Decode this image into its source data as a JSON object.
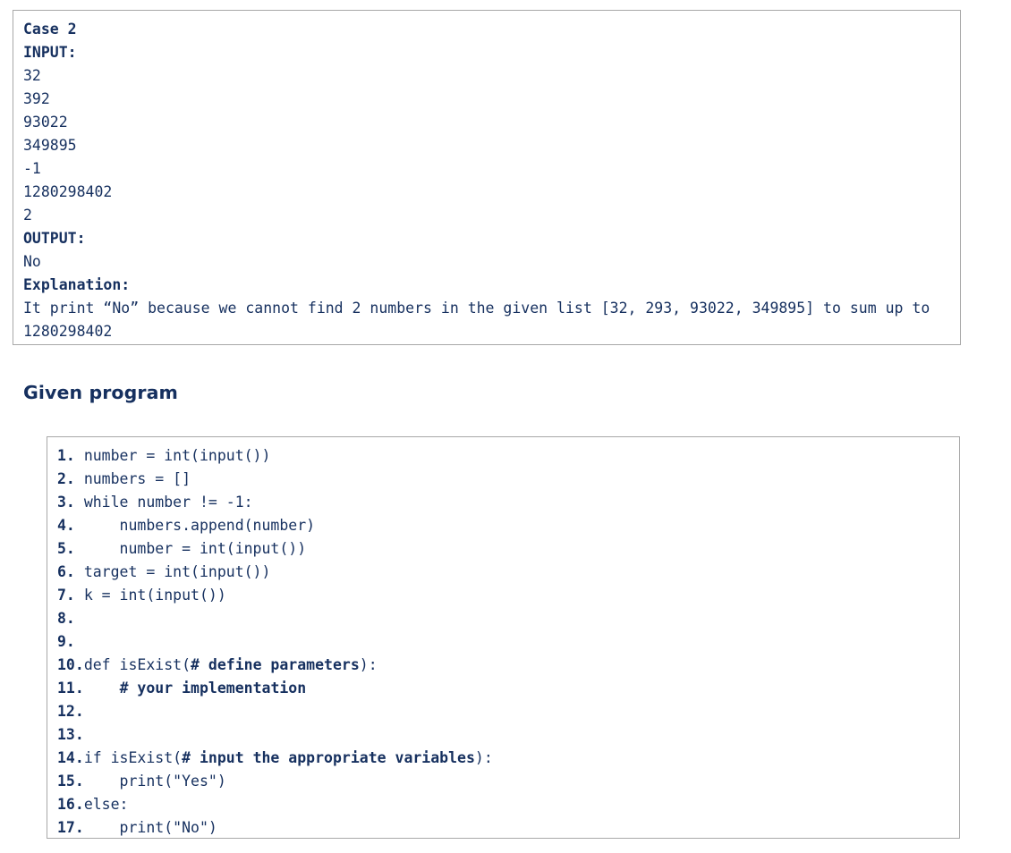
{
  "case_panel": {
    "lines": [
      {
        "text": "Case 2",
        "bold": true
      },
      {
        "text": "INPUT:",
        "bold": true
      },
      {
        "text": "32",
        "bold": false
      },
      {
        "text": "392",
        "bold": false
      },
      {
        "text": "93022",
        "bold": false
      },
      {
        "text": "349895",
        "bold": false
      },
      {
        "text": "-1",
        "bold": false
      },
      {
        "text": "1280298402",
        "bold": false
      },
      {
        "text": "2",
        "bold": false
      },
      {
        "text": "OUTPUT:",
        "bold": true
      },
      {
        "text": "No",
        "bold": false
      },
      {
        "text": "Explanation:",
        "bold": true
      }
    ],
    "explanation": "It print “No” because we cannot find 2 numbers in the given list [32, 293, 93022, 349895] to sum up to 1280298402"
  },
  "given_program": {
    "heading": "Given program",
    "lines": [
      {
        "num": "1. ",
        "pre": "number = int(input())",
        "bold": "",
        "post": ""
      },
      {
        "num": "2. ",
        "pre": "numbers = []",
        "bold": "",
        "post": ""
      },
      {
        "num": "3. ",
        "pre": "while number != -1:",
        "bold": "",
        "post": ""
      },
      {
        "num": "4. ",
        "pre": "    numbers.append(number)",
        "bold": "",
        "post": ""
      },
      {
        "num": "5. ",
        "pre": "    number = int(input())",
        "bold": "",
        "post": ""
      },
      {
        "num": "6. ",
        "pre": "target = int(input())",
        "bold": "",
        "post": ""
      },
      {
        "num": "7. ",
        "pre": "k = int(input())",
        "bold": "",
        "post": ""
      },
      {
        "num": "8. ",
        "pre": "",
        "bold": "",
        "post": ""
      },
      {
        "num": "9. ",
        "pre": "",
        "bold": "",
        "post": ""
      },
      {
        "num": "10.",
        "pre": "def isExist(",
        "bold": "# define parameters",
        "post": "):"
      },
      {
        "num": "11.",
        "pre": "    ",
        "bold": "# your implementation",
        "post": ""
      },
      {
        "num": "12.",
        "pre": "",
        "bold": "",
        "post": ""
      },
      {
        "num": "13.",
        "pre": "",
        "bold": "",
        "post": ""
      },
      {
        "num": "14.",
        "pre": "if isExist(",
        "bold": "# input the appropriate variables",
        "post": "):"
      },
      {
        "num": "15.",
        "pre": "    print(\"Yes\")",
        "bold": "",
        "post": ""
      },
      {
        "num": "16.",
        "pre": "else:",
        "bold": "",
        "post": ""
      },
      {
        "num": "17.",
        "pre": "    print(\"No\")",
        "bold": "",
        "post": ""
      }
    ]
  },
  "colors": {
    "text": "#16305f",
    "border": "#a8a8a8",
    "background": "#ffffff"
  }
}
